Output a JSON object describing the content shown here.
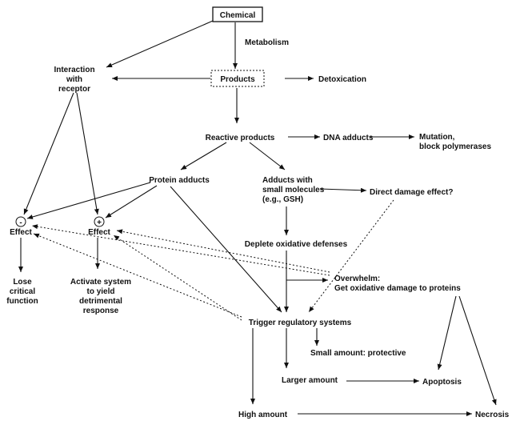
{
  "nodes": {
    "chemical": "Chemical",
    "metabolism": "Metabolism",
    "interaction": [
      "Interaction",
      "with",
      "receptor"
    ],
    "products": "Products",
    "detoxication": "Detoxication",
    "reactive_products": "Reactive products",
    "dna_adducts": "DNA adducts",
    "mutation": [
      "Mutation,",
      "block polymerases"
    ],
    "protein_adducts": "Protein adducts",
    "adducts_small": [
      "Adducts with",
      "small molecules",
      "(e.g., GSH)"
    ],
    "direct_damage": "Direct damage effect?",
    "effect_neg": "Effect",
    "effect_pos": "Effect",
    "effect_neg_sign": "-",
    "effect_pos_sign": "+",
    "deplete": "Deplete oxidative defenses",
    "lose_critical": [
      "Lose",
      "critical",
      "function"
    ],
    "activate_system": [
      "Activate system",
      "to yield",
      "detrimental",
      "response"
    ],
    "overwhelm": [
      "Overwhelm:",
      "Get oxidative damage to proteins"
    ],
    "trigger": "Trigger regulatory systems",
    "small_amount": "Small amount: protective",
    "larger_amount": "Larger amount",
    "apoptosis": "Apoptosis",
    "high_amount": "High amount",
    "necrosis": "Necrosis"
  }
}
